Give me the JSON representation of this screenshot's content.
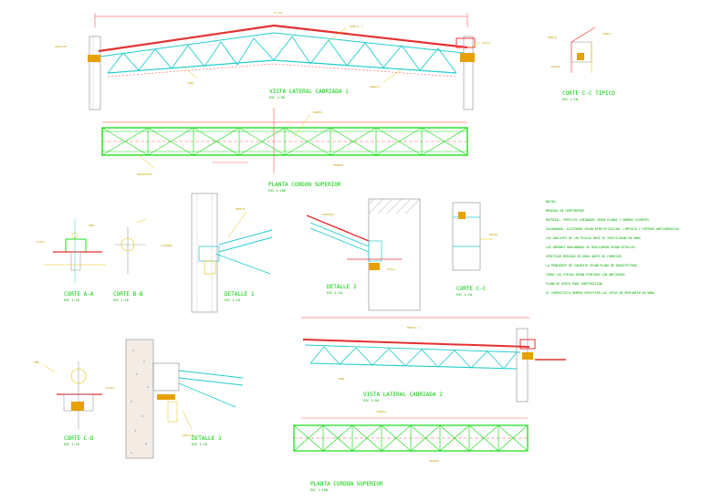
{
  "titles": {
    "vista1": "VISTA LATERAL CABRIADA 1",
    "planta1": "PLANTA CORDON SUPERIOR",
    "vista2": "VISTA LATERAL CABRIADA 2",
    "planta2": "PLANTA CORDON SUPERIOR",
    "corte_cc_tipico": "CORTE C-C TIPICO",
    "corte_aa": "CORTE A-A",
    "corte_bb": "CORTE B-B",
    "detalle1": "DETALLE 1",
    "detalle2": "DETALLE 2",
    "corte_cc": "CORTE C-C",
    "corte_dd": "CORTE C-D",
    "detalle3": "DETALLE 3"
  },
  "scales": {
    "s50": "ESC 1:50",
    "s100": "ESC 1:100",
    "s20": "ESC 1:20",
    "s10": "ESC 1:10"
  },
  "notes": {
    "heading": "NOTAS:",
    "items": [
      "MEDIDAS EN CENTIMETROS",
      "MATERIAL: PERFILES LAMINADOS SEGUN PLANOS Y NORMAS VIGENTES",
      "SOLDADURAS: ELECTRODO SEGUN ESPECIFICACION. LIMPIEZA Y PINTURA ANTICORROSIVA",
      "LOS ANCLAJES DE LAS PLACAS BASE SE VERIFICARAN EN OBRA",
      "LAS UNIONES ABULONADAS SE REALIZARAN SEGUN DETALLES",
      "VERIFICAR MEDIDAS EN OBRA ANTES DE FABRICAR",
      "LA PENDIENTE DE CUBIERTA SEGUN PLANO DE ARQUITECTURA",
      "TODAS LAS PIEZAS SERAN PINTADAS CON ANTIOXIDO",
      "PLANO DE APOYO PARA CONSTRUCCION",
      "EL CONTRATISTA DEBERA VERIFICAR LAS COTAS DE REPLANTEO EN OBRA"
    ]
  }
}
